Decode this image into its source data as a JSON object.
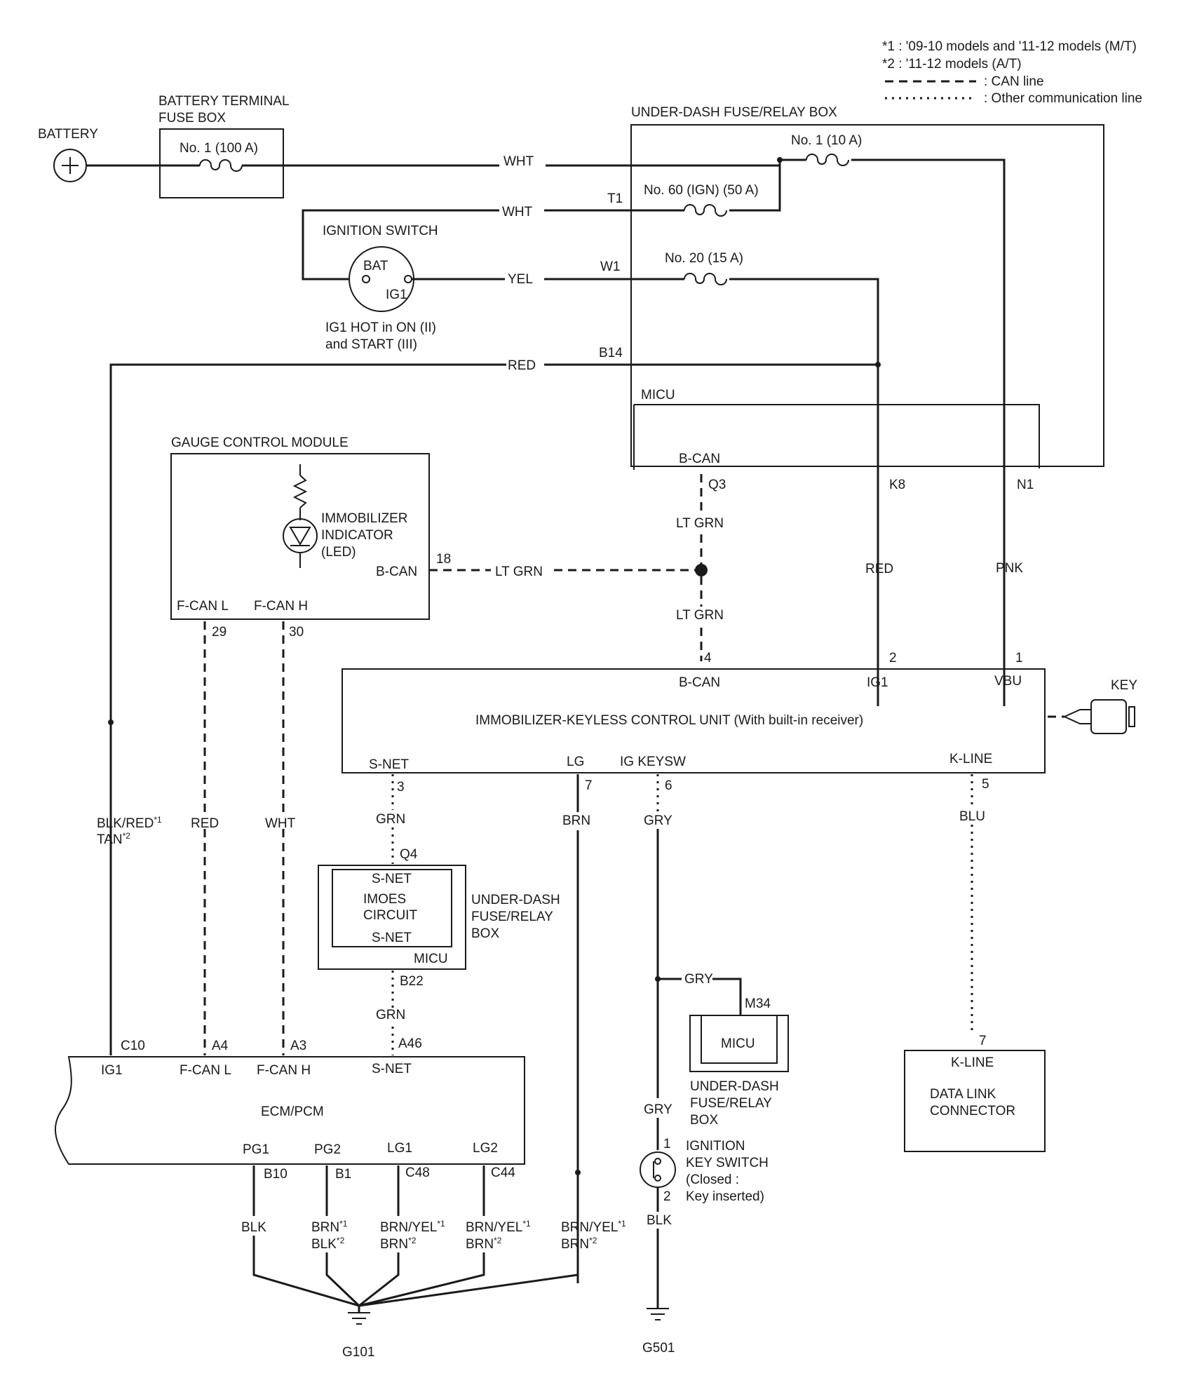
{
  "legend": {
    "note1": "*1 : '09-10 models and '11-12 models (M/T)",
    "note2": "*2 : '11-12 models (A/T)",
    "can_line": ": CAN line",
    "other_line": ": Other communication line"
  },
  "battery": {
    "label": "BATTERY"
  },
  "battery_fuse_box": {
    "title_line1": "BATTERY TERMINAL",
    "title_line2": "FUSE BOX",
    "fuse": "No. 1 (100 A)"
  },
  "under_dash": {
    "title": "UNDER-DASH FUSE/RELAY BOX",
    "fuse1": "No. 1 (10 A)",
    "fuse60": "No. 60 (IGN) (50 A)",
    "fuse20": "No. 20 (15 A)",
    "t1": "T1",
    "w1": "W1",
    "b14": "B14",
    "micu": "MICU",
    "bcan": "B-CAN",
    "q3": "Q3",
    "k8": "K8",
    "n1": "N1"
  },
  "ignition_switch": {
    "title": "IGNITION SWITCH",
    "bat": "BAT",
    "ig1": "IG1",
    "note1": "IG1 HOT in ON (II)",
    "note2": "and START (III)"
  },
  "wires": {
    "wht": "WHT",
    "yel": "YEL",
    "red": "RED",
    "ltgrn": "LT GRN",
    "pnk": "PNK",
    "grn": "GRN",
    "brn": "BRN",
    "gry": "GRY",
    "blu": "BLU",
    "blk": "BLK",
    "blk_red": "BLK/RED",
    "tan": "TAN",
    "brn_yel": "BRN/YEL",
    "sup1": "*1",
    "sup2": "*2"
  },
  "gauge": {
    "title": "GAUGE CONTROL MODULE",
    "indicator1": "IMMOBILIZER",
    "indicator2": "INDICATOR",
    "indicator3": "(LED)",
    "bcan": "B-CAN",
    "pin18": "18",
    "fcanl": "F-CAN L",
    "fcanh": "F-CAN H",
    "pin29": "29",
    "pin30": "30"
  },
  "immo": {
    "title": "IMMOBILIZER-KEYLESS CONTROL UNIT (With built-in receiver)",
    "bcan": "B-CAN",
    "ig1": "IG1",
    "vbu": "VBU",
    "snet": "S-NET",
    "lg": "LG",
    "igkeysw": "IG KEYSW",
    "kline": "K-LINE",
    "pin4": "4",
    "pin2": "2",
    "pin1": "1",
    "pin3": "3",
    "pin7": "7",
    "pin6": "6",
    "pin5": "5"
  },
  "key": {
    "label": "KEY"
  },
  "imoes": {
    "snet_top": "S-NET",
    "circuit1": "IMOES",
    "circuit2": "CIRCUIT",
    "snet_bottom": "S-NET",
    "micu": "MICU",
    "q4": "Q4",
    "b22": "B22",
    "box1": "UNDER-DASH",
    "box2": "FUSE/RELAY",
    "box3": "BOX"
  },
  "micu_m34": {
    "label": "MICU",
    "m34": "M34",
    "box1": "UNDER-DASH",
    "box2": "FUSE/RELAY",
    "box3": "BOX"
  },
  "ecm": {
    "title": "ECM/PCM",
    "ig1": "IG1",
    "fcanl": "F-CAN L",
    "fcanh": "F-CAN H",
    "snet": "S-NET",
    "c10": "C10",
    "a4": "A4",
    "a3": "A3",
    "a46": "A46",
    "pg1": "PG1",
    "pg2": "PG2",
    "lg1": "LG1",
    "lg2": "LG2",
    "b10": "B10",
    "b1": "B1",
    "c48": "C48",
    "c44": "C44"
  },
  "ign_key_switch": {
    "line1": "IGNITION",
    "line2": "KEY SWITCH",
    "line3": "(Closed :",
    "line4": "Key inserted)",
    "pin1": "1",
    "pin2": "2"
  },
  "dlc": {
    "kline": "K-LINE",
    "line1": "DATA LINK",
    "line2": "CONNECTOR",
    "pin7": "7"
  },
  "grounds": {
    "g101": "G101",
    "g501": "G501"
  }
}
